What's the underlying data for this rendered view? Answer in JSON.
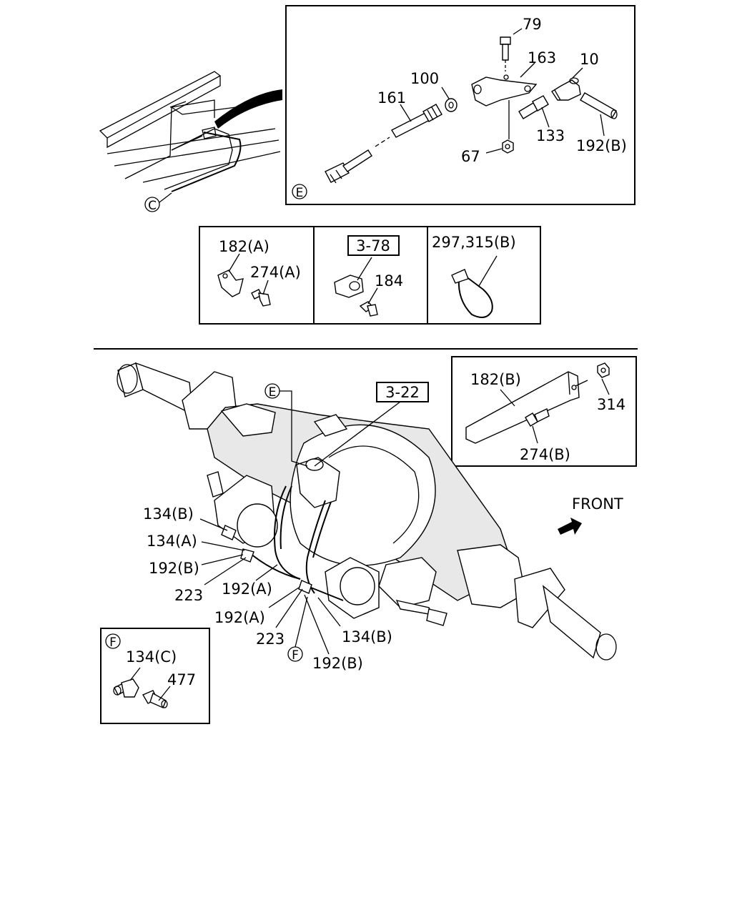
{
  "detail_E": {
    "callout": "E",
    "labels": {
      "p79": "79",
      "p163": "163",
      "p10": "10",
      "p100": "100",
      "p161": "161",
      "p133": "133",
      "p192b": "192(B)",
      "p67": "67"
    }
  },
  "chassis_callout": "C",
  "panel_a": {
    "p182a": "182(A)",
    "p274a": "274(A)"
  },
  "panel_b": {
    "ref": "3-78",
    "p184": "184"
  },
  "panel_c": {
    "p297": "297,315(B)"
  },
  "detail_182b": {
    "p182b": "182(B)",
    "p314": "314",
    "p274b": "274(B)"
  },
  "axle": {
    "callout_E": "E",
    "callout_F": "F",
    "ref": "3-22",
    "front": "FRONT",
    "labels": {
      "l134b_1": "134(B)",
      "l134a": "134(A)",
      "l192b_1": "192(B)",
      "l223_1": "223",
      "l192a_1": "192(A)",
      "l192a_2": "192(A)",
      "l223_2": "223",
      "l134b_2": "134(B)",
      "l192b_2": "192(B)"
    }
  },
  "detail_F": {
    "callout": "F",
    "p134c": "134(C)",
    "p477": "477"
  }
}
